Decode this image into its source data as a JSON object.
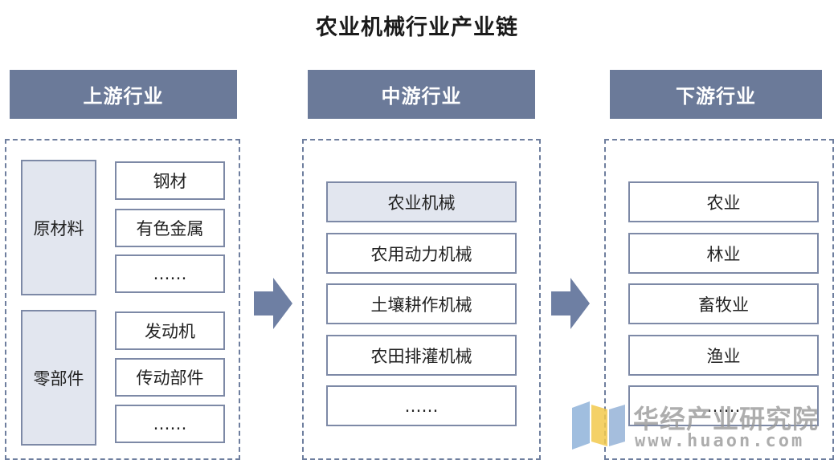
{
  "title": "农业机械行业产业链",
  "upstream": {
    "header": "上游行业",
    "groups": [
      {
        "label": "原材料",
        "items": [
          "钢材",
          "有色金属",
          "……"
        ]
      },
      {
        "label": "零部件",
        "items": [
          "发动机",
          "传动部件",
          "……"
        ]
      }
    ]
  },
  "midstream": {
    "header": "中游行业",
    "items": [
      "农业机械",
      "农用动力机械",
      "土壤耕作机械",
      "农田排灌机械",
      "……"
    ]
  },
  "downstream": {
    "header": "下游行业",
    "items": [
      "农业",
      "林业",
      "畜牧业",
      "渔业",
      "……"
    ]
  },
  "watermark": {
    "name": "华经产业研究院",
    "url": "www.huaon.com"
  },
  "colors": {
    "header_bg": "#6b7a99",
    "box_border": "#7d89a6",
    "shaded_box": "#e2e6ef",
    "arrow": "#6e7fa3"
  }
}
